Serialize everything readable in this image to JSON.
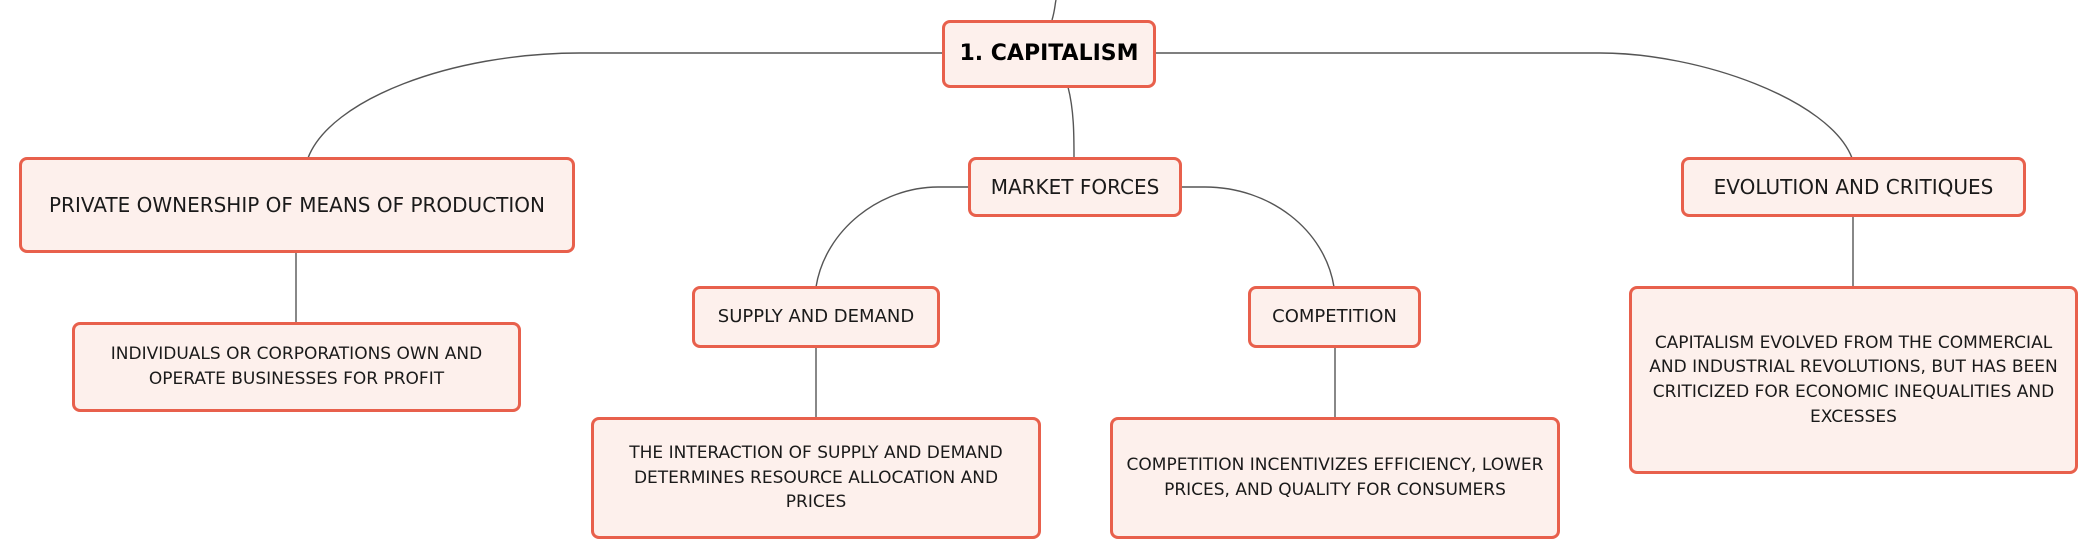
{
  "diagram": {
    "root": {
      "label": "1. CAPITALISM"
    },
    "branches": {
      "ownership": {
        "label": "PRIVATE OWNERSHIP OF MEANS OF PRODUCTION",
        "detail": "INDIVIDUALS OR CORPORATIONS OWN AND OPERATE BUSINESSES FOR PROFIT"
      },
      "market": {
        "label": "MARKET FORCES",
        "supply": {
          "label": "SUPPLY AND DEMAND",
          "detail": "THE INTERACTION OF SUPPLY AND DEMAND DETERMINES RESOURCE ALLOCATION AND PRICES"
        },
        "competition": {
          "label": "COMPETITION",
          "detail": "COMPETITION INCENTIVIZES EFFICIENCY, LOWER PRICES, AND QUALITY FOR CONSUMERS"
        }
      },
      "evolution": {
        "label": "EVOLUTION AND CRITIQUES",
        "detail": "CAPITALISM EVOLVED FROM THE COMMERCIAL AND INDUSTRIAL REVOLUTIONS, BUT HAS BEEN CRITICIZED FOR ECONOMIC INEQUALITIES AND EXCESSES"
      }
    },
    "colors": {
      "node_fill": "#fdf0ec",
      "node_border": "#e8604c",
      "connector": "#555555"
    }
  }
}
